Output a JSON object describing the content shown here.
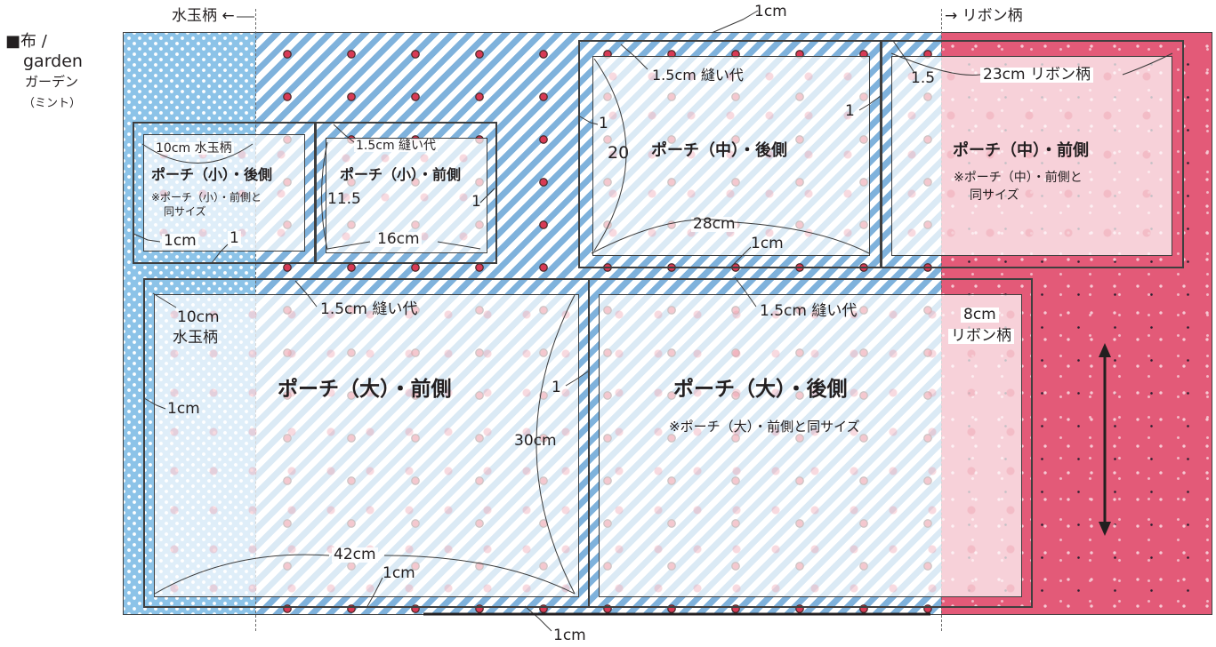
{
  "header": {
    "legend_mizutama": "水玉柄 ←",
    "legend_ribbon": "→ リボン柄",
    "top_margin": "1cm",
    "bottom_margin": "1cm"
  },
  "fabric_label": {
    "line1": "■布 /",
    "line2": "garden",
    "line3": "ガーデン",
    "line4": "（ミント）"
  },
  "colors": {
    "polka": "#8cc3e8",
    "stripe": "#7fb2dc",
    "ribbon": "#e35a78",
    "outline": "#3f3f3f"
  },
  "pieces": {
    "small_back": {
      "title": "ポーチ（小）・後側",
      "width_label": "10cm 水玉柄",
      "note_line1": "※ポーチ（小）・前側と",
      "note_line2": "同サイズ",
      "margin_left": "1cm",
      "margin_bottom": "1"
    },
    "small_front": {
      "title": "ポーチ（小）・前側",
      "seam_label": "1.5cm 縫い代",
      "height_label": "11.5",
      "width_label": "16cm",
      "margin_right": "1"
    },
    "medium_back": {
      "title": "ポーチ（中）・後側",
      "seam_label": "1.5cm 縫い代",
      "height_label": "20",
      "left_margin": "1",
      "right_margin": "1",
      "width_label": "28cm",
      "bottom_margin": "1cm"
    },
    "medium_front": {
      "title": "ポーチ（中）・前側",
      "top_margin": "1.5",
      "width_label": "23cm リボン柄",
      "note_line1": "※ポーチ（中）・前側と",
      "note_line2": "同サイズ"
    },
    "large_front": {
      "title": "ポーチ（大）・前側",
      "width_label_line1": "10cm",
      "width_label_line2": "水玉柄",
      "seam_label": "1.5cm 縫い代",
      "margin_left": "1cm",
      "height_label": "30cm",
      "right_margin": "1",
      "width_total": "42cm",
      "bottom_margin": "1cm"
    },
    "large_back": {
      "title": "ポーチ（大）・後側",
      "seam_label": "1.5cm 縫い代",
      "ribbon_line1": "8cm",
      "ribbon_line2": "リボン柄",
      "note": "※ポーチ（大）・前側と同サイズ"
    }
  }
}
